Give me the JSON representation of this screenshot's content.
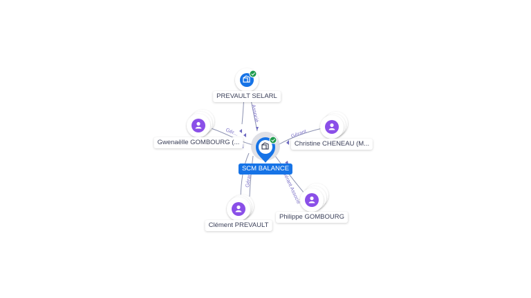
{
  "colors": {
    "company": "#1673e6",
    "person": "#8a4fe8",
    "edge": "#8a90b0",
    "edge_label": "#7e74c8",
    "check": "#1d9a4d",
    "label_text": "#3a3f58"
  },
  "nodes": {
    "center": {
      "label": "SCM BALANCE",
      "icon": "building-icon",
      "verified": true
    },
    "prevault_selarl": {
      "label": "PREVAULT SELARL",
      "icon": "building-icon",
      "verified": true
    },
    "gwenaelle": {
      "label": "Gwenaëlle GOMBOURG (...",
      "icon": "person-icon"
    },
    "christine": {
      "label": "Christine CHENEAU (M...",
      "icon": "person-icon"
    },
    "clement": {
      "label": "Clément PREVAULT",
      "icon": "person-icon"
    },
    "philippe": {
      "label": "Philippe GOMBOURG",
      "icon": "person-icon"
    }
  },
  "edges": {
    "prevault_selarl": "Associé",
    "gwenaelle": "Gér...",
    "christine": "Gérant",
    "clement": "Gérant",
    "philippe": "Gérant Associé"
  }
}
